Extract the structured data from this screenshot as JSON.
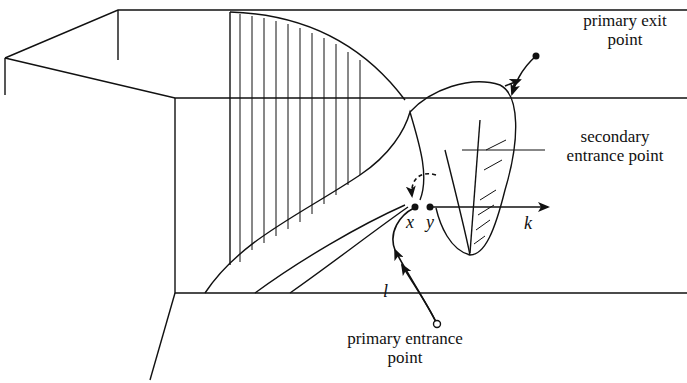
{
  "diagram": {
    "labels": [
      "primary exit point",
      "secondary entrance point",
      "primary entrance point",
      "x",
      "y",
      "k",
      "l"
    ]
  }
}
